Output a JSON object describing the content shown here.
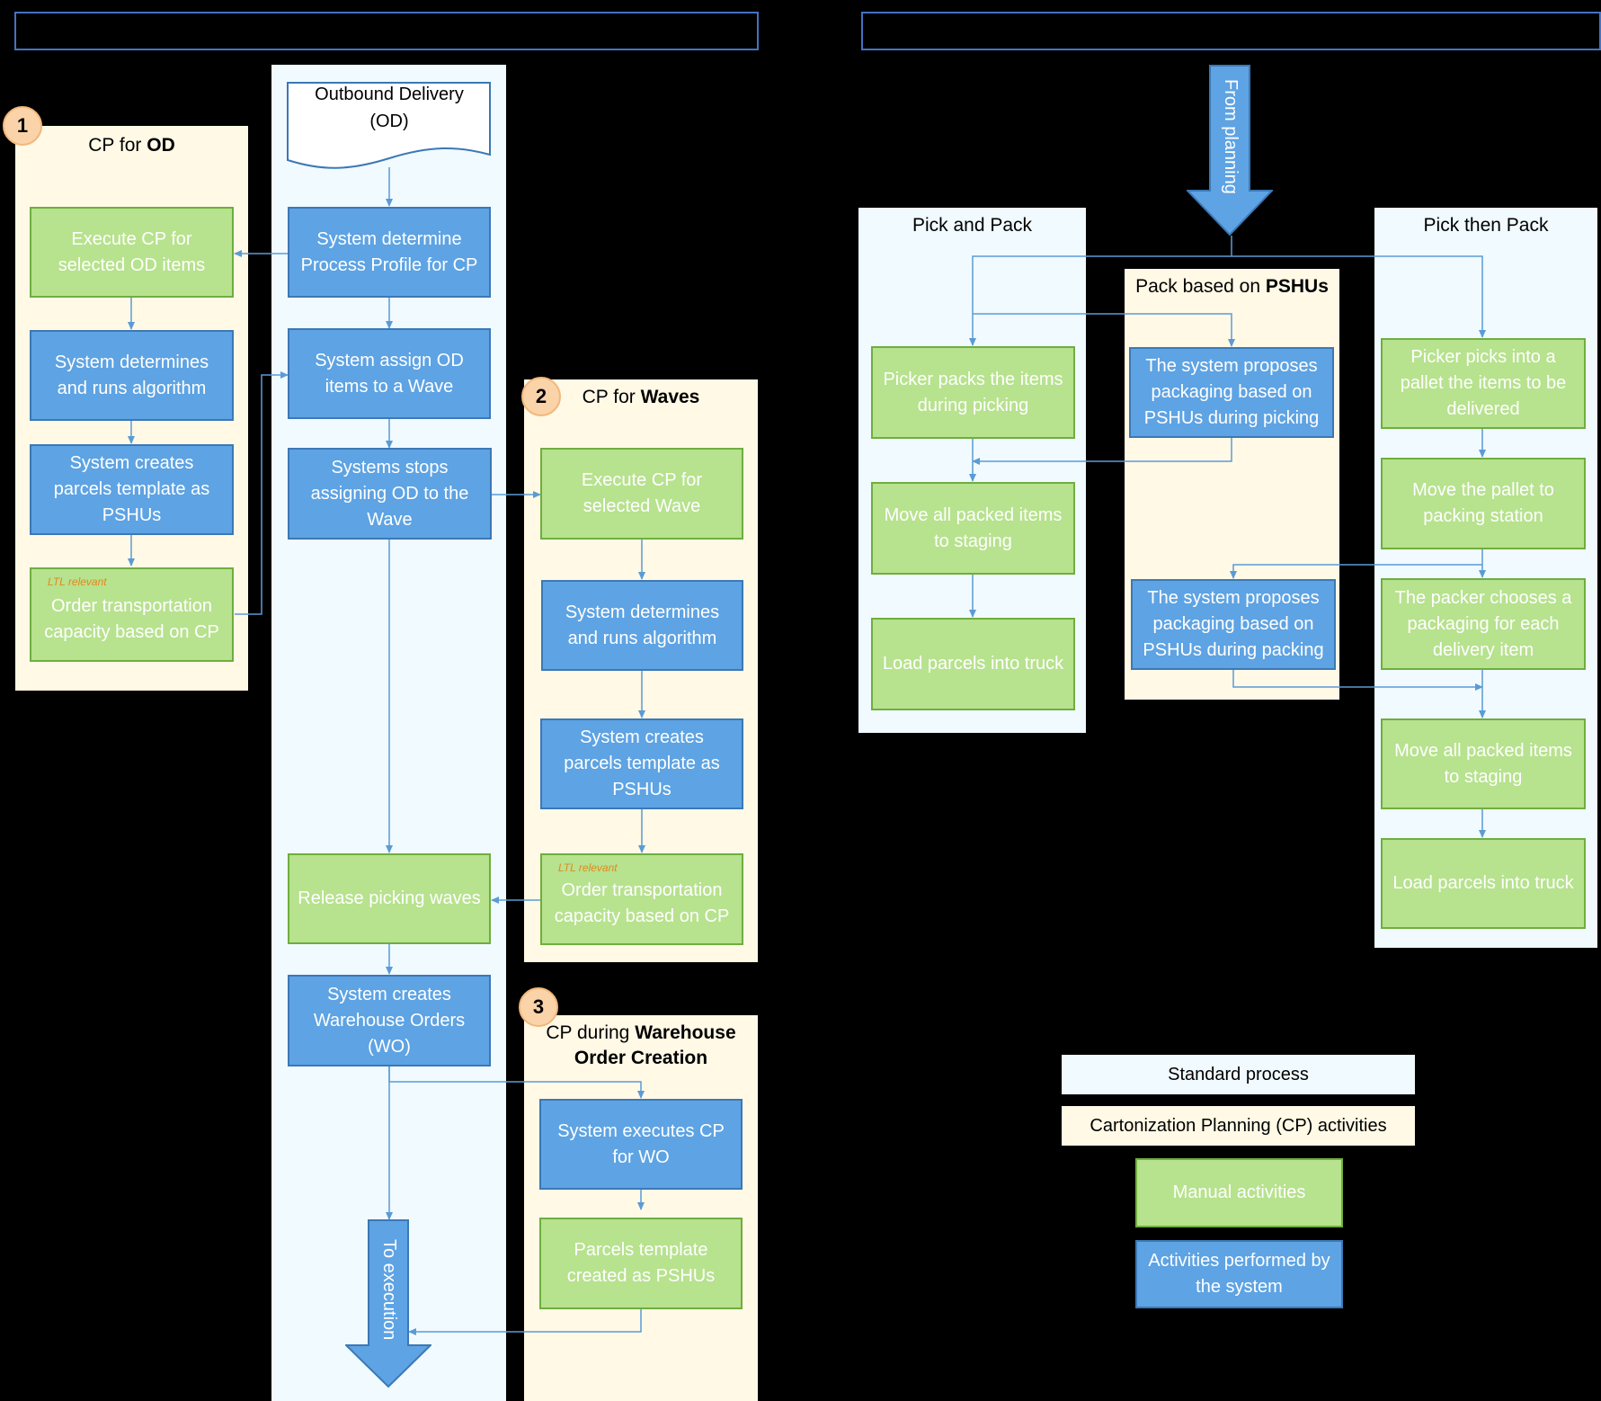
{
  "lanes": {
    "cp_od_title_prefix": "CP for ",
    "cp_od_title_bold": "OD",
    "cp_waves_title_prefix": "CP for ",
    "cp_waves_title_bold": "Waves",
    "cp_wo_title_prefix": "CP during ",
    "cp_wo_title_bold_1": "Warehouse",
    "cp_wo_title_bold_2": "Order Creation",
    "pick_and_pack": "Pick and Pack",
    "pshu_title_prefix": "Pack based on ",
    "pshu_title_bold": "PSHUs",
    "pick_then_pack": "Pick then Pack"
  },
  "badges": {
    "one": "1",
    "two": "2",
    "three": "3"
  },
  "main_flow": {
    "od_doc_line1": "Outbound Delivery",
    "od_doc_line2": "(OD)",
    "determine_profile": "System determine Process Profile for CP",
    "assign_wave": "System assign OD items to a Wave",
    "stops_assigning": "Systems stops assigning OD to the Wave",
    "release_waves": "Release picking waves",
    "create_wo": "System creates Warehouse Orders (WO)",
    "to_execution": "To execution"
  },
  "cp_od": {
    "execute": "Execute CP for selected OD items",
    "algorithm": "System determines and runs algorithm",
    "template": "System creates parcels template as PSHUs",
    "ltl_tag": "LTL relevant",
    "order_capacity": "Order transportation capacity based on CP"
  },
  "cp_waves": {
    "execute": "Execute CP for selected Wave",
    "algorithm": "System determines and runs algorithm",
    "template": "System creates parcels template as PSHUs",
    "ltl_tag": "LTL relevant",
    "order_capacity": "Order transportation capacity based on CP"
  },
  "cp_wo": {
    "execute": "System executes CP for WO",
    "template": "Parcels template created as PSHUs"
  },
  "right": {
    "from_planning": "From planning",
    "pp_picker": "Picker packs the items during picking",
    "pp_move": "Move all packed items to staging",
    "pp_load": "Load parcels into truck",
    "pshu_picking": "The system proposes packaging based on PSHUs during picking",
    "pshu_packing": "The system proposes packaging based on PSHUs during packing",
    "ptp_pick": "Picker picks into a pallet the items to be delivered",
    "ptp_move_pallet": "Move the pallet to packing station",
    "ptp_choose": "The packer chooses a packaging for each delivery item",
    "ptp_move": "Move all packed items to staging",
    "ptp_load": "Load parcels into truck"
  },
  "legend": {
    "standard": "Standard process",
    "cp": "Cartonization Planning (CP) activities",
    "manual": "Manual activities",
    "system": "Activities performed by the system"
  },
  "colors": {
    "manual_fill": "#B7E28E",
    "system_fill": "#5EA3E3",
    "standard_lane": "#F0FAFF",
    "cp_lane": "#FFF9E6",
    "connector": "#5B9BD5",
    "header_border": "#4472C4"
  }
}
